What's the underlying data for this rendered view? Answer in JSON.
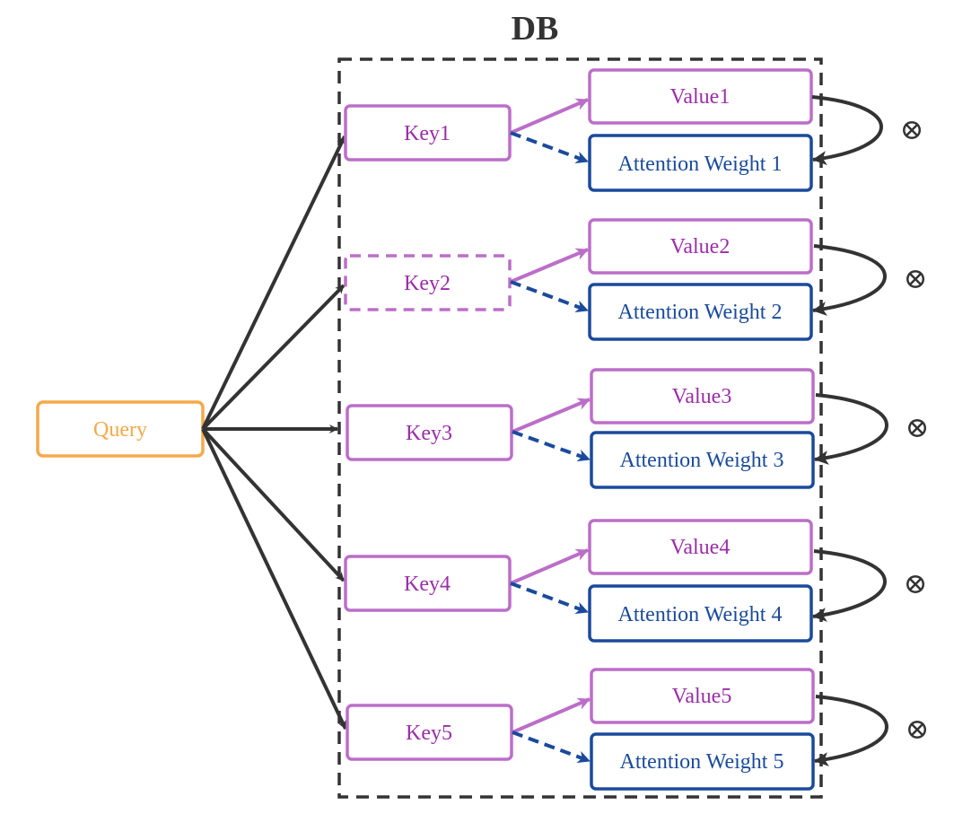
{
  "title": "DB",
  "query": {
    "label": "Query"
  },
  "rows": [
    {
      "key": "Key1",
      "value": "Value1",
      "weight": "Attention Weight 1",
      "op": "⊗"
    },
    {
      "key": "Key2",
      "value": "Value2",
      "weight": "Attention Weight 2",
      "op": "⊗"
    },
    {
      "key": "Key3",
      "value": "Value3",
      "weight": "Attention Weight 3",
      "op": "⊗"
    },
    {
      "key": "Key4",
      "value": "Value4",
      "weight": "Attention Weight 4",
      "op": "⊗"
    },
    {
      "key": "Key5",
      "value": "Value5",
      "weight": "Attention Weight 5",
      "op": "⊗"
    }
  ],
  "colors": {
    "query": "#f5a94a",
    "key": "#bb6ec8",
    "key_text": "#9a2ea8",
    "weight": "#1a4a9c",
    "arrow": "#333333",
    "db_border": "#333333"
  }
}
